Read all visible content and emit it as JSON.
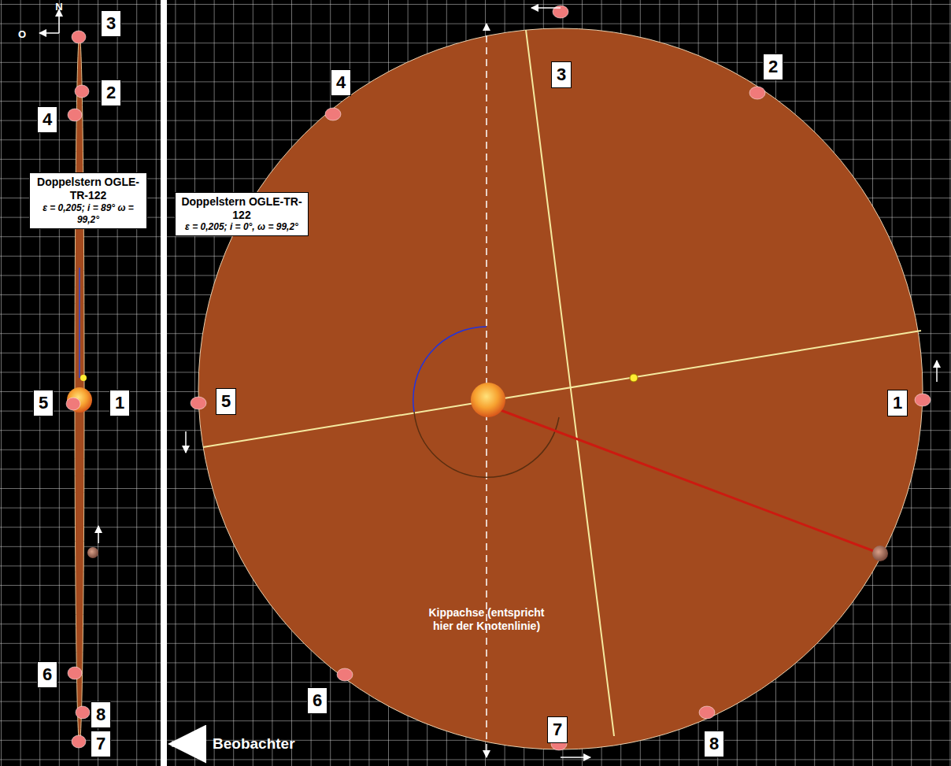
{
  "diagram": {
    "nodes": [
      {
        "text": [
          "3"
        ]
      },
      {
        "text": [
          "2"
        ]
      },
      {
        "text": [
          "4"
        ]
      },
      {
        "text": [
          "Doppelstern OGLE-TR-122",
          "ε = 0,205; i = 89° ω = 99,2°"
        ]
      },
      {
        "text": [
          "5"
        ]
      },
      {
        "text": [
          "1"
        ]
      },
      {
        "text": [
          "6"
        ]
      },
      {
        "text": [
          "8"
        ]
      },
      {
        "text": [
          "7"
        ]
      },
      {
        "text": [
          "3"
        ]
      },
      {
        "text": [
          "2"
        ]
      },
      {
        "text": [
          "4"
        ]
      },
      {
        "text": [
          "Doppelstern OGLE-TR-122",
          "ε = 0,205; i = 0°, ω = 99,2°"
        ]
      },
      {
        "text": [
          "5"
        ]
      },
      {
        "text": [
          "1"
        ]
      },
      {
        "text": [
          "6"
        ]
      },
      {
        "text": [
          "7"
        ]
      },
      {
        "text": [
          "8"
        ]
      }
    ],
    "labels": [
      "N",
      "O",
      "Beobachter",
      "Kippachse (entspricht hier der Knotenlinie)"
    ]
  }
}
